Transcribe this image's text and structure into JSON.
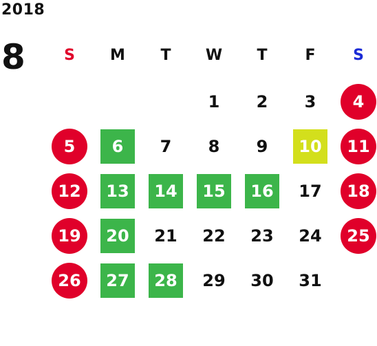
{
  "calendar": {
    "year": "2018",
    "month": "8",
    "weekdays": [
      {
        "label": "S",
        "color": "#e0002a"
      },
      {
        "label": "M",
        "color": "#111111"
      },
      {
        "label": "T",
        "color": "#111111"
      },
      {
        "label": "W",
        "color": "#111111"
      },
      {
        "label": "T",
        "color": "#111111"
      },
      {
        "label": "F",
        "color": "#111111"
      },
      {
        "label": "S",
        "color": "#1a2ad6"
      }
    ],
    "weeks": [
      [
        null,
        null,
        null,
        {
          "day": "1"
        },
        {
          "day": "2"
        },
        {
          "day": "3"
        },
        {
          "day": "4",
          "style": "red-circle"
        }
      ],
      [
        {
          "day": "5",
          "style": "red-circle"
        },
        {
          "day": "6",
          "style": "green-box"
        },
        {
          "day": "7"
        },
        {
          "day": "8"
        },
        {
          "day": "9"
        },
        {
          "day": "10",
          "style": "yellow-box"
        },
        {
          "day": "11",
          "style": "red-circle"
        }
      ],
      [
        {
          "day": "12",
          "style": "red-circle"
        },
        {
          "day": "13",
          "style": "green-box"
        },
        {
          "day": "14",
          "style": "green-box"
        },
        {
          "day": "15",
          "style": "green-box"
        },
        {
          "day": "16",
          "style": "green-box"
        },
        {
          "day": "17"
        },
        {
          "day": "18",
          "style": "red-circle"
        }
      ],
      [
        {
          "day": "19",
          "style": "red-circle"
        },
        {
          "day": "20",
          "style": "green-box"
        },
        {
          "day": "21"
        },
        {
          "day": "22"
        },
        {
          "day": "23"
        },
        {
          "day": "24"
        },
        {
          "day": "25",
          "style": "red-circle"
        }
      ],
      [
        {
          "day": "26",
          "style": "red-circle"
        },
        {
          "day": "27",
          "style": "green-box"
        },
        {
          "day": "28",
          "style": "green-box"
        },
        {
          "day": "29"
        },
        {
          "day": "30"
        },
        {
          "day": "31"
        },
        null
      ]
    ]
  }
}
